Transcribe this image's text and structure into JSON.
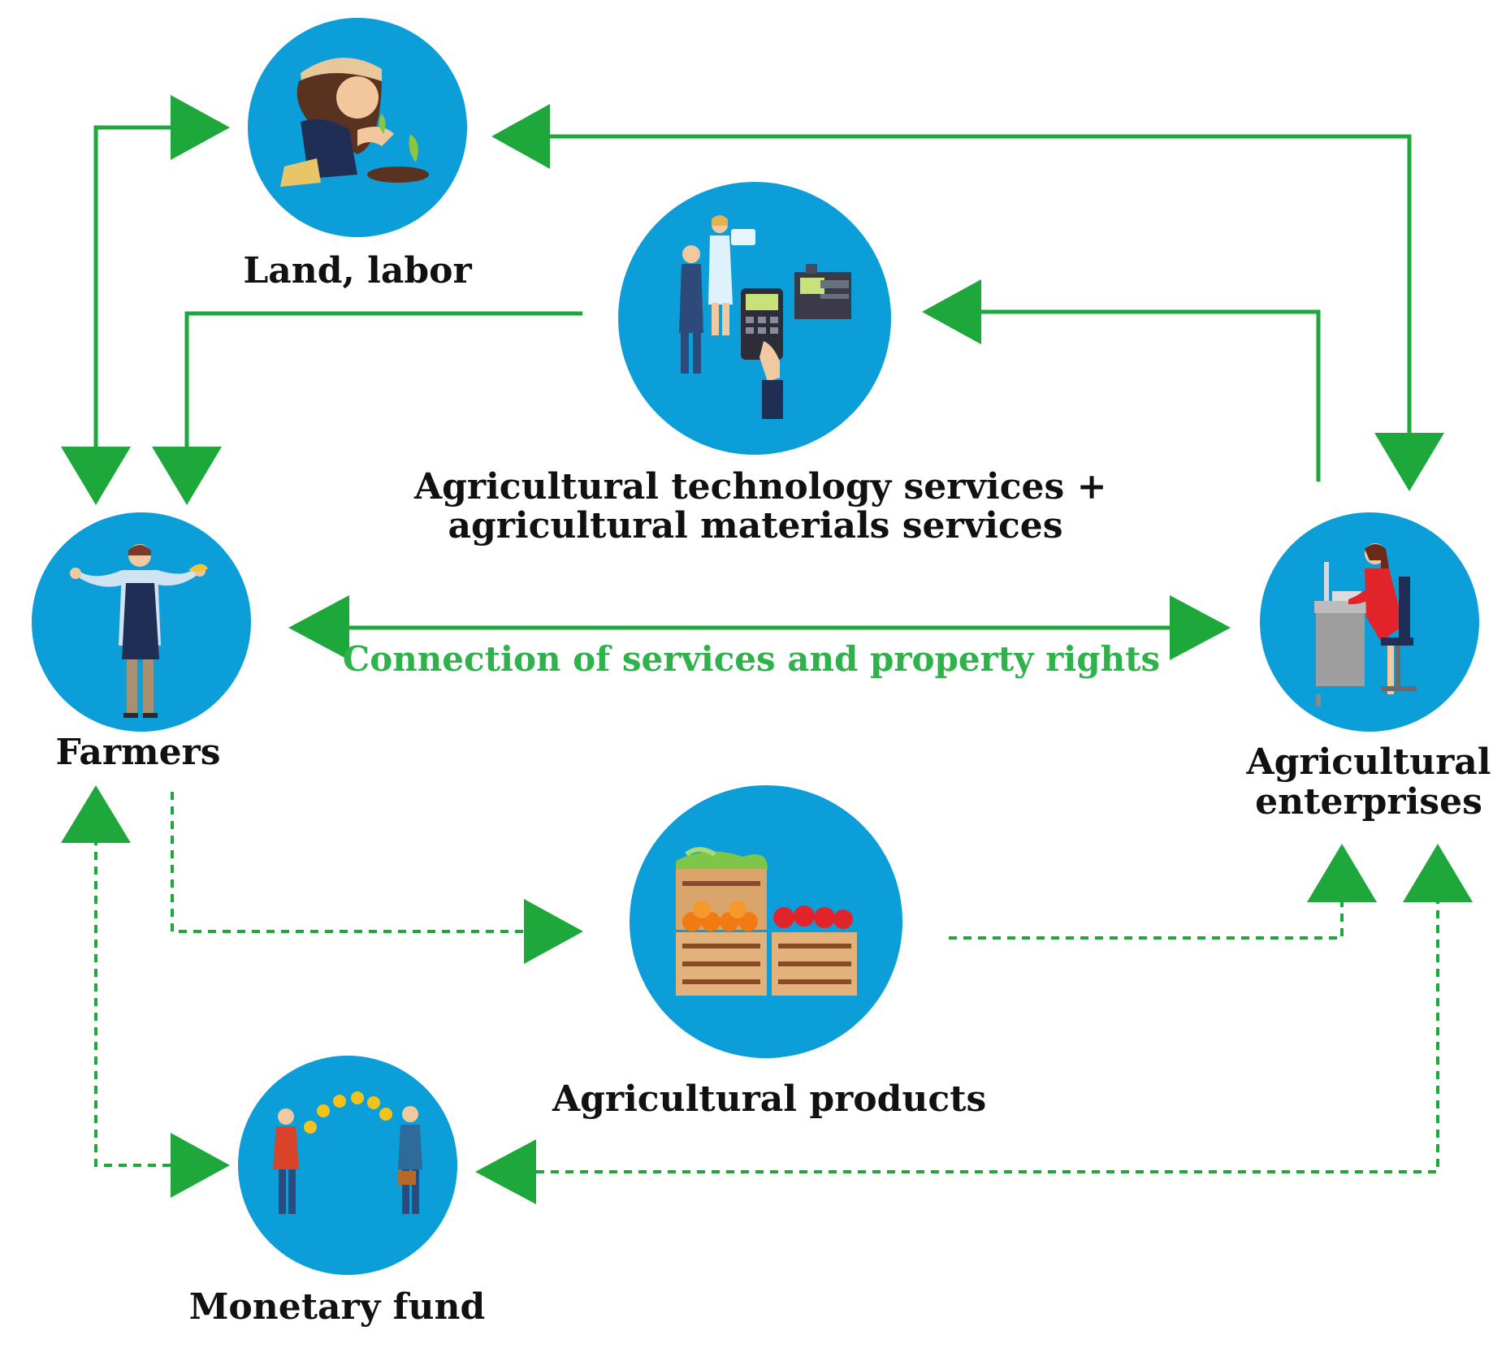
{
  "colors": {
    "arrow_green": "#1ea83c",
    "circle_blue": "#0c9ed8",
    "label_green": "#2db34a"
  },
  "nodes": {
    "land_labor": {
      "label": "Land, labor",
      "icon": "farmer-girl-planting-icon"
    },
    "tech_services": {
      "label_line1": "Agricultural technology services +",
      "label_line2": "agricultural materials services",
      "icon": "service-staff-payment-terminal-icon"
    },
    "farmers": {
      "label": "Farmers",
      "icon": "farmer-with-apron-icon"
    },
    "enterprises": {
      "label_line1": "Agricultural",
      "label_line2": "enterprises",
      "icon": "woman-at-office-desk-icon"
    },
    "products": {
      "label": "Agricultural products",
      "icon": "produce-crates-icon"
    },
    "fund": {
      "label": "Monetary fund",
      "icon": "money-exchange-icon"
    }
  },
  "connection_label": "Connection of services and property rights"
}
